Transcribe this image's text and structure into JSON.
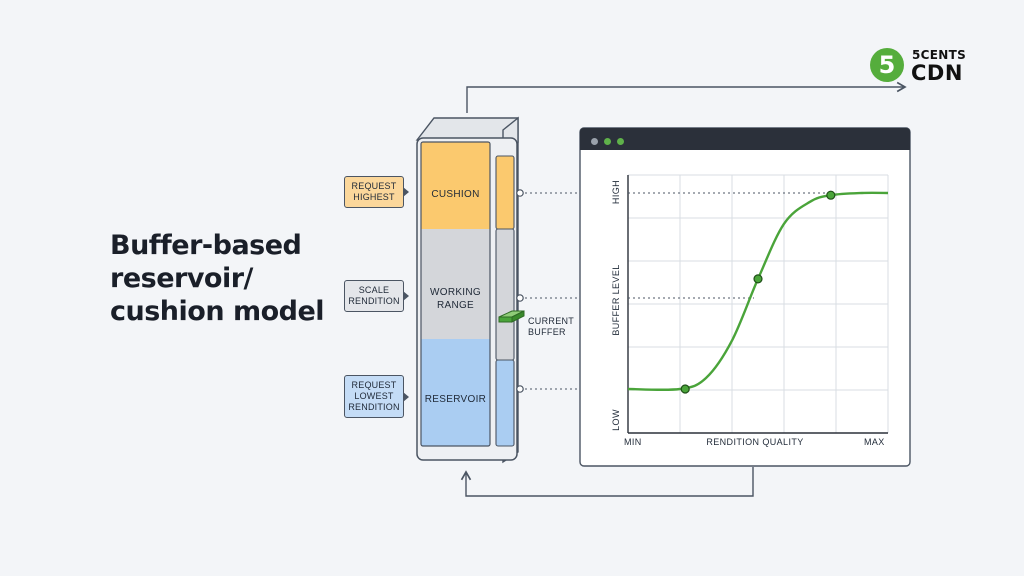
{
  "title": {
    "line1": "Buffer-based",
    "line2": "reservoir/",
    "line3": "cushion model"
  },
  "logo": {
    "mark": "5",
    "line1": "5CENTS",
    "line2": "CDN",
    "color": "#55ad3c"
  },
  "tags": {
    "high": {
      "line1": "REQUEST",
      "line2": "HIGHEST"
    },
    "scale": {
      "line1": "SCALE",
      "line2": "RENDITION"
    },
    "low": {
      "line1": "REQUEST",
      "line2": "LOWEST",
      "line3": "RENDITION"
    }
  },
  "zones": {
    "cushion": {
      "label": "CUSHION",
      "color": "#fbc96e"
    },
    "working": {
      "line1": "WORKING",
      "line2": "RANGE",
      "color": "#d4d6da"
    },
    "reservoir": {
      "label": "RESERVOIR",
      "color": "#aacdf2"
    }
  },
  "current_buffer": {
    "line1": "CURRENT",
    "line2": "BUFFER",
    "marker_color": "#4aa43a"
  },
  "chart_data": {
    "type": "line",
    "x_axis": {
      "label": "RENDITION QUALITY",
      "min_label": "MIN",
      "max_label": "MAX"
    },
    "y_axis": {
      "label": "BUFFER LEVEL",
      "low_label": "LOW",
      "high_label": "HIGH"
    },
    "grid": true,
    "series": [
      {
        "color": "#4aa43a",
        "x": [
          0,
          0.2,
          0.3,
          0.4,
          0.5,
          0.6,
          0.7,
          0.78,
          0.9,
          1.0
        ],
        "y": [
          0.1,
          0.1,
          0.15,
          0.32,
          0.6,
          0.85,
          0.95,
          0.98,
          0.99,
          0.99
        ],
        "markers": [
          {
            "x": 0.22,
            "y": 0.1
          },
          {
            "x": 0.5,
            "y": 0.6
          },
          {
            "x": 0.78,
            "y": 0.98
          }
        ]
      }
    ]
  },
  "window": {
    "dot_colors": [
      "#9aa1ab",
      "#5fb14a",
      "#5fb14a"
    ]
  }
}
